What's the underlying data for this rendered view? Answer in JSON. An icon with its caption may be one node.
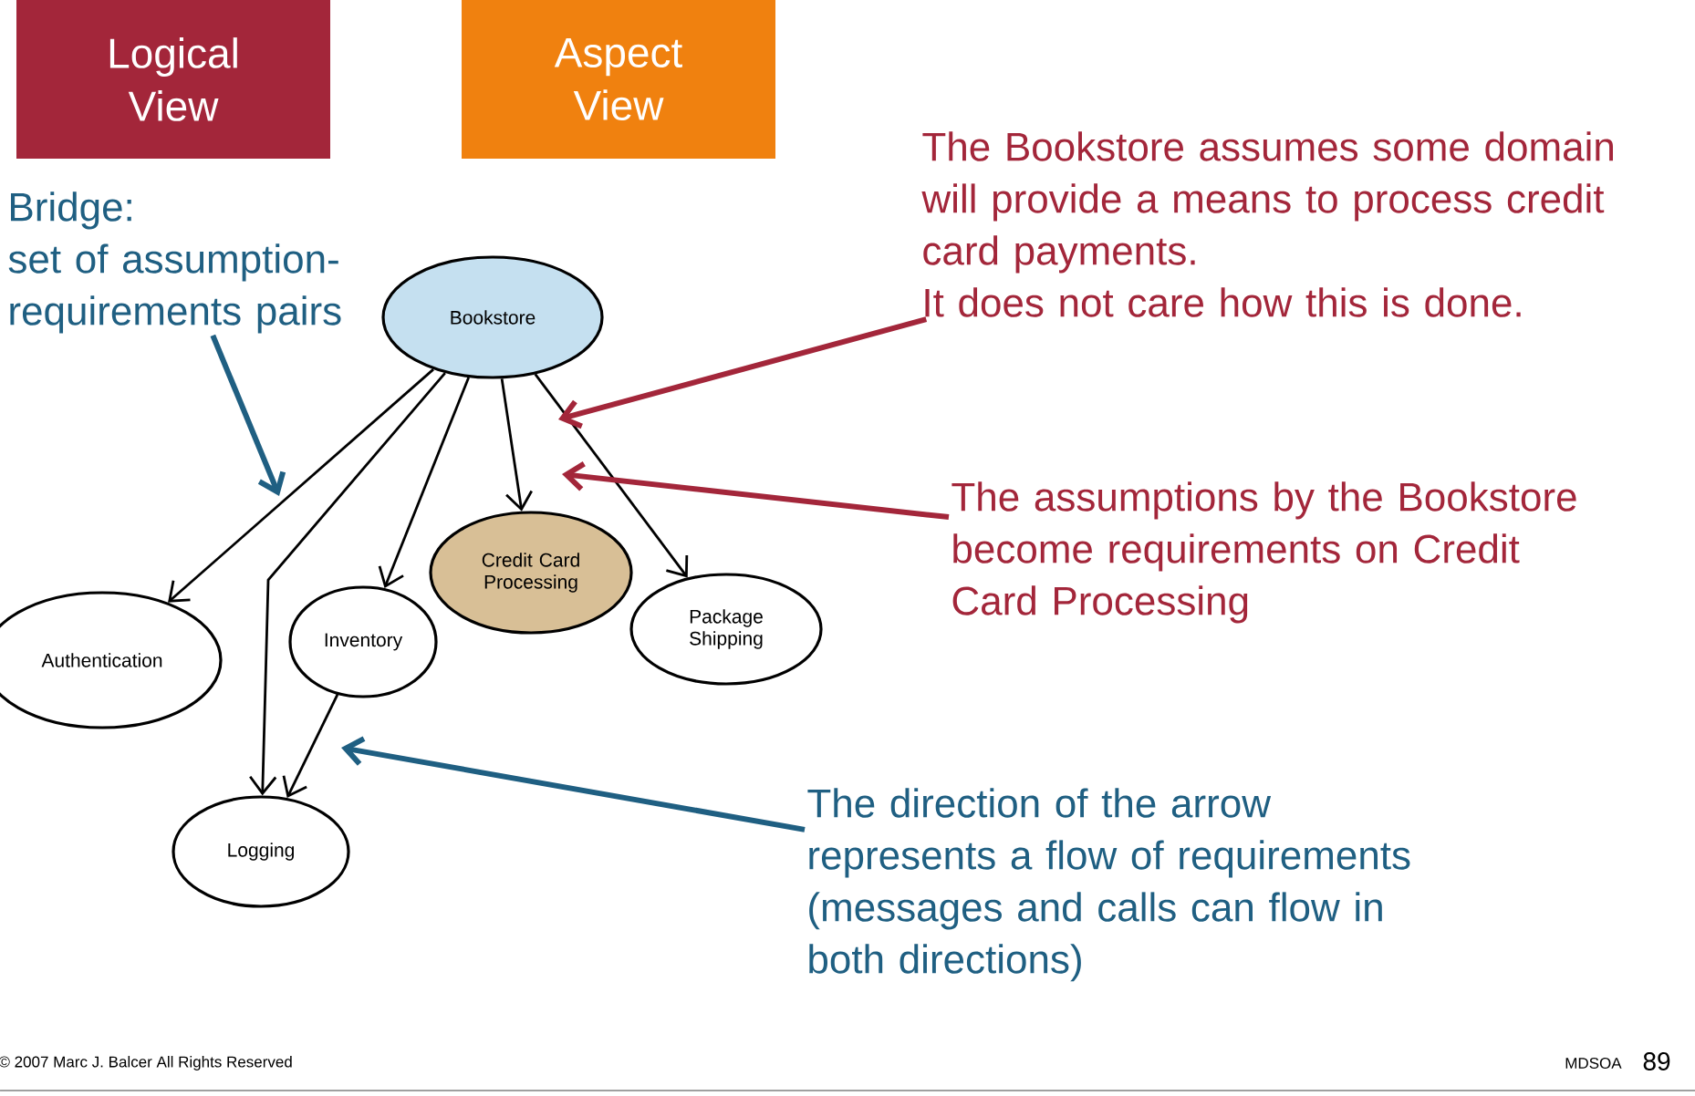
{
  "diagram": {
    "nodes": [
      {
        "text": [
          "Logical View"
        ]
      },
      {
        "text": [
          "Aspect View"
        ]
      },
      {
        "text": [
          "Bookstore"
        ]
      },
      {
        "text": [
          "Authentication"
        ]
      },
      {
        "text": [
          "Inventory"
        ]
      },
      {
        "text": [
          "Credit Card Processing"
        ]
      },
      {
        "text": [
          "Package Shipping"
        ]
      },
      {
        "text": [
          "Logging"
        ]
      },
      {
        "text": [
          "Bridge:",
          "set of assumption-requirements pairs"
        ]
      },
      {
        "text": [
          "The Bookstore assumes some domain will provide a means to process credit card payments.",
          "It does not care how this is done."
        ]
      },
      {
        "text": [
          "The assumptions by the Bookstore become requirements on Credit Card Processing"
        ]
      },
      {
        "text": [
          "The direction of the arrow represents a flow of requirements (messages and calls can flow in both directions)"
        ]
      }
    ],
    "edges": [
      {
        "from": 2,
        "to": 3,
        "arrow": "to"
      },
      {
        "from": 2,
        "to": 7,
        "arrow": "to"
      },
      {
        "from": 2,
        "to": 4,
        "arrow": "to"
      },
      {
        "from": 2,
        "to": 5,
        "arrow": "to"
      },
      {
        "from": 2,
        "to": 6,
        "arrow": "to"
      },
      {
        "from": 4,
        "to": 7,
        "arrow": "to"
      },
      {
        "from": 8,
        "to": null,
        "arrow": "to",
        "style": "thick",
        "color": "#1f5f82"
      },
      {
        "from": 9,
        "to": null,
        "arrow": "to",
        "style": "thick",
        "color": "#a3263a"
      },
      {
        "from": 10,
        "to": null,
        "arrow": "to",
        "style": "thick",
        "color": "#a3263a"
      },
      {
        "from": 11,
        "to": null,
        "arrow": "to",
        "style": "thick",
        "color": "#1f5f82"
      }
    ],
    "labels": [
      "© 2007 Marc J. Balcer  All Rights Reserved",
      "MDSOA",
      "89"
    ]
  }
}
